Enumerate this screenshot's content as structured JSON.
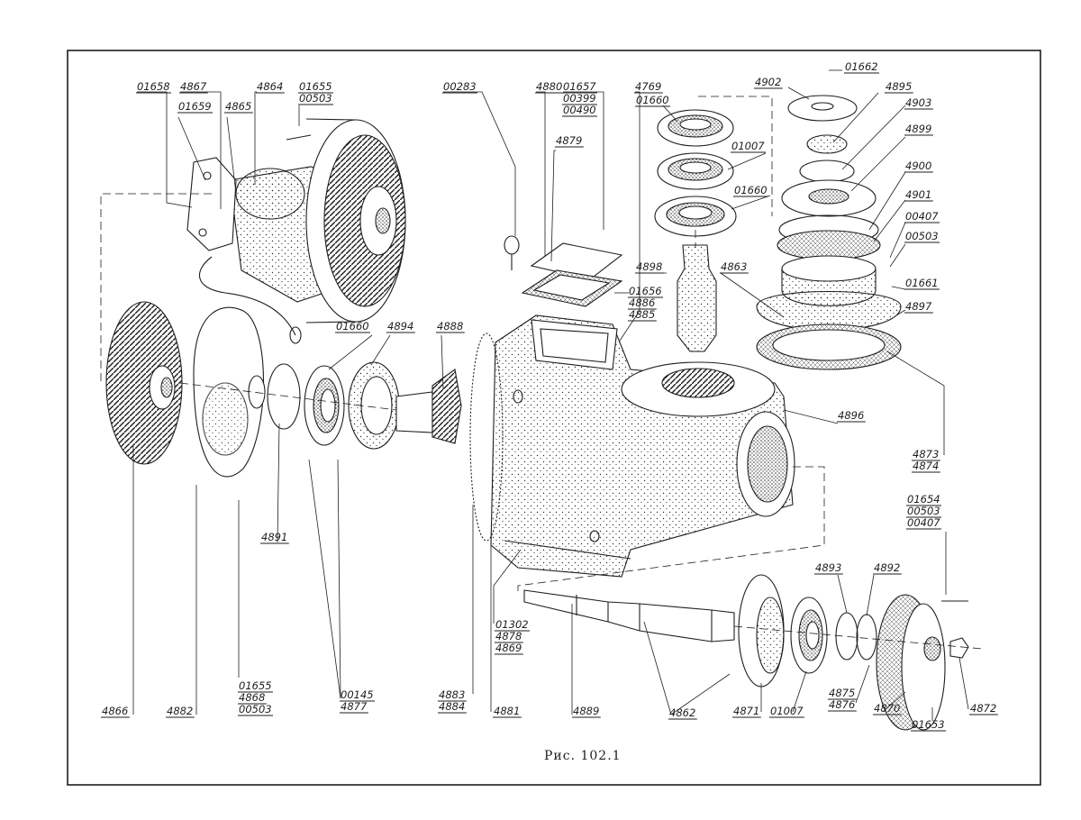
{
  "figure": {
    "caption": "Рис. 102.1",
    "callouts": [
      {
        "id": "c-01658",
        "lines": [
          "01658"
        ]
      },
      {
        "id": "c-4867",
        "lines": [
          "4867"
        ]
      },
      {
        "id": "c-01659",
        "lines": [
          "01659"
        ]
      },
      {
        "id": "c-4865",
        "lines": [
          "4865"
        ]
      },
      {
        "id": "c-4864",
        "lines": [
          "4864"
        ]
      },
      {
        "id": "c-01655-top",
        "lines": [
          "01655",
          "00503"
        ]
      },
      {
        "id": "c-00283",
        "lines": [
          "00283"
        ]
      },
      {
        "id": "c-4880",
        "lines": [
          "4880"
        ]
      },
      {
        "id": "c-01657",
        "lines": [
          "01657",
          "00399",
          "00490"
        ]
      },
      {
        "id": "c-4879",
        "lines": [
          "4879"
        ]
      },
      {
        "id": "c-4769",
        "lines": [
          "4769"
        ]
      },
      {
        "id": "c-01660-top",
        "lines": [
          "01660"
        ]
      },
      {
        "id": "c-01007-top",
        "lines": [
          "01007"
        ]
      },
      {
        "id": "c-01660-mid",
        "lines": [
          "01660"
        ]
      },
      {
        "id": "c-01662",
        "lines": [
          "01662"
        ]
      },
      {
        "id": "c-4902",
        "lines": [
          "4902"
        ]
      },
      {
        "id": "c-4895",
        "lines": [
          "4895"
        ]
      },
      {
        "id": "c-4903",
        "lines": [
          "4903"
        ]
      },
      {
        "id": "c-4899",
        "lines": [
          "4899"
        ]
      },
      {
        "id": "c-4900",
        "lines": [
          "4900"
        ]
      },
      {
        "id": "c-4901",
        "lines": [
          "4901"
        ]
      },
      {
        "id": "c-00407",
        "lines": [
          "00407"
        ]
      },
      {
        "id": "c-00503-r",
        "lines": [
          "00503"
        ]
      },
      {
        "id": "c-01661",
        "lines": [
          "01661"
        ]
      },
      {
        "id": "c-4897",
        "lines": [
          "4897"
        ]
      },
      {
        "id": "c-4898",
        "lines": [
          "4898"
        ]
      },
      {
        "id": "c-4863",
        "lines": [
          "4863"
        ]
      },
      {
        "id": "c-01656",
        "lines": [
          "01656",
          "4886",
          "4885"
        ]
      },
      {
        "id": "c-01660-low",
        "lines": [
          "01660"
        ]
      },
      {
        "id": "c-4894",
        "lines": [
          "4894"
        ]
      },
      {
        "id": "c-4888",
        "lines": [
          "4888"
        ]
      },
      {
        "id": "c-4896",
        "lines": [
          "4896"
        ]
      },
      {
        "id": "c-4873",
        "lines": [
          "4873",
          "4874"
        ]
      },
      {
        "id": "c-01654",
        "lines": [
          "01654",
          "00503",
          "00407"
        ]
      },
      {
        "id": "c-4891",
        "lines": [
          "4891"
        ]
      },
      {
        "id": "c-4893",
        "lines": [
          "4893"
        ]
      },
      {
        "id": "c-4892",
        "lines": [
          "4892"
        ]
      },
      {
        "id": "c-01302",
        "lines": [
          "01302",
          "4878",
          "4869"
        ]
      },
      {
        "id": "c-4866",
        "lines": [
          "4866"
        ]
      },
      {
        "id": "c-4882",
        "lines": [
          "4882"
        ]
      },
      {
        "id": "c-01655-bot",
        "lines": [
          "01655",
          "4868",
          "00503"
        ]
      },
      {
        "id": "c-00145",
        "lines": [
          "00145",
          "4877"
        ]
      },
      {
        "id": "c-4883",
        "lines": [
          "4883",
          "4884"
        ]
      },
      {
        "id": "c-4881",
        "lines": [
          "4881"
        ]
      },
      {
        "id": "c-4889",
        "lines": [
          "4889"
        ]
      },
      {
        "id": "c-4862",
        "lines": [
          "4862"
        ]
      },
      {
        "id": "c-4871",
        "lines": [
          "4871"
        ]
      },
      {
        "id": "c-01007-bot",
        "lines": [
          "01007"
        ]
      },
      {
        "id": "c-4875",
        "lines": [
          "4875",
          "4876"
        ]
      },
      {
        "id": "c-4870",
        "lines": [
          "4870"
        ]
      },
      {
        "id": "c-01653",
        "lines": [
          "01653"
        ]
      },
      {
        "id": "c-4872",
        "lines": [
          "4872"
        ]
      }
    ]
  }
}
